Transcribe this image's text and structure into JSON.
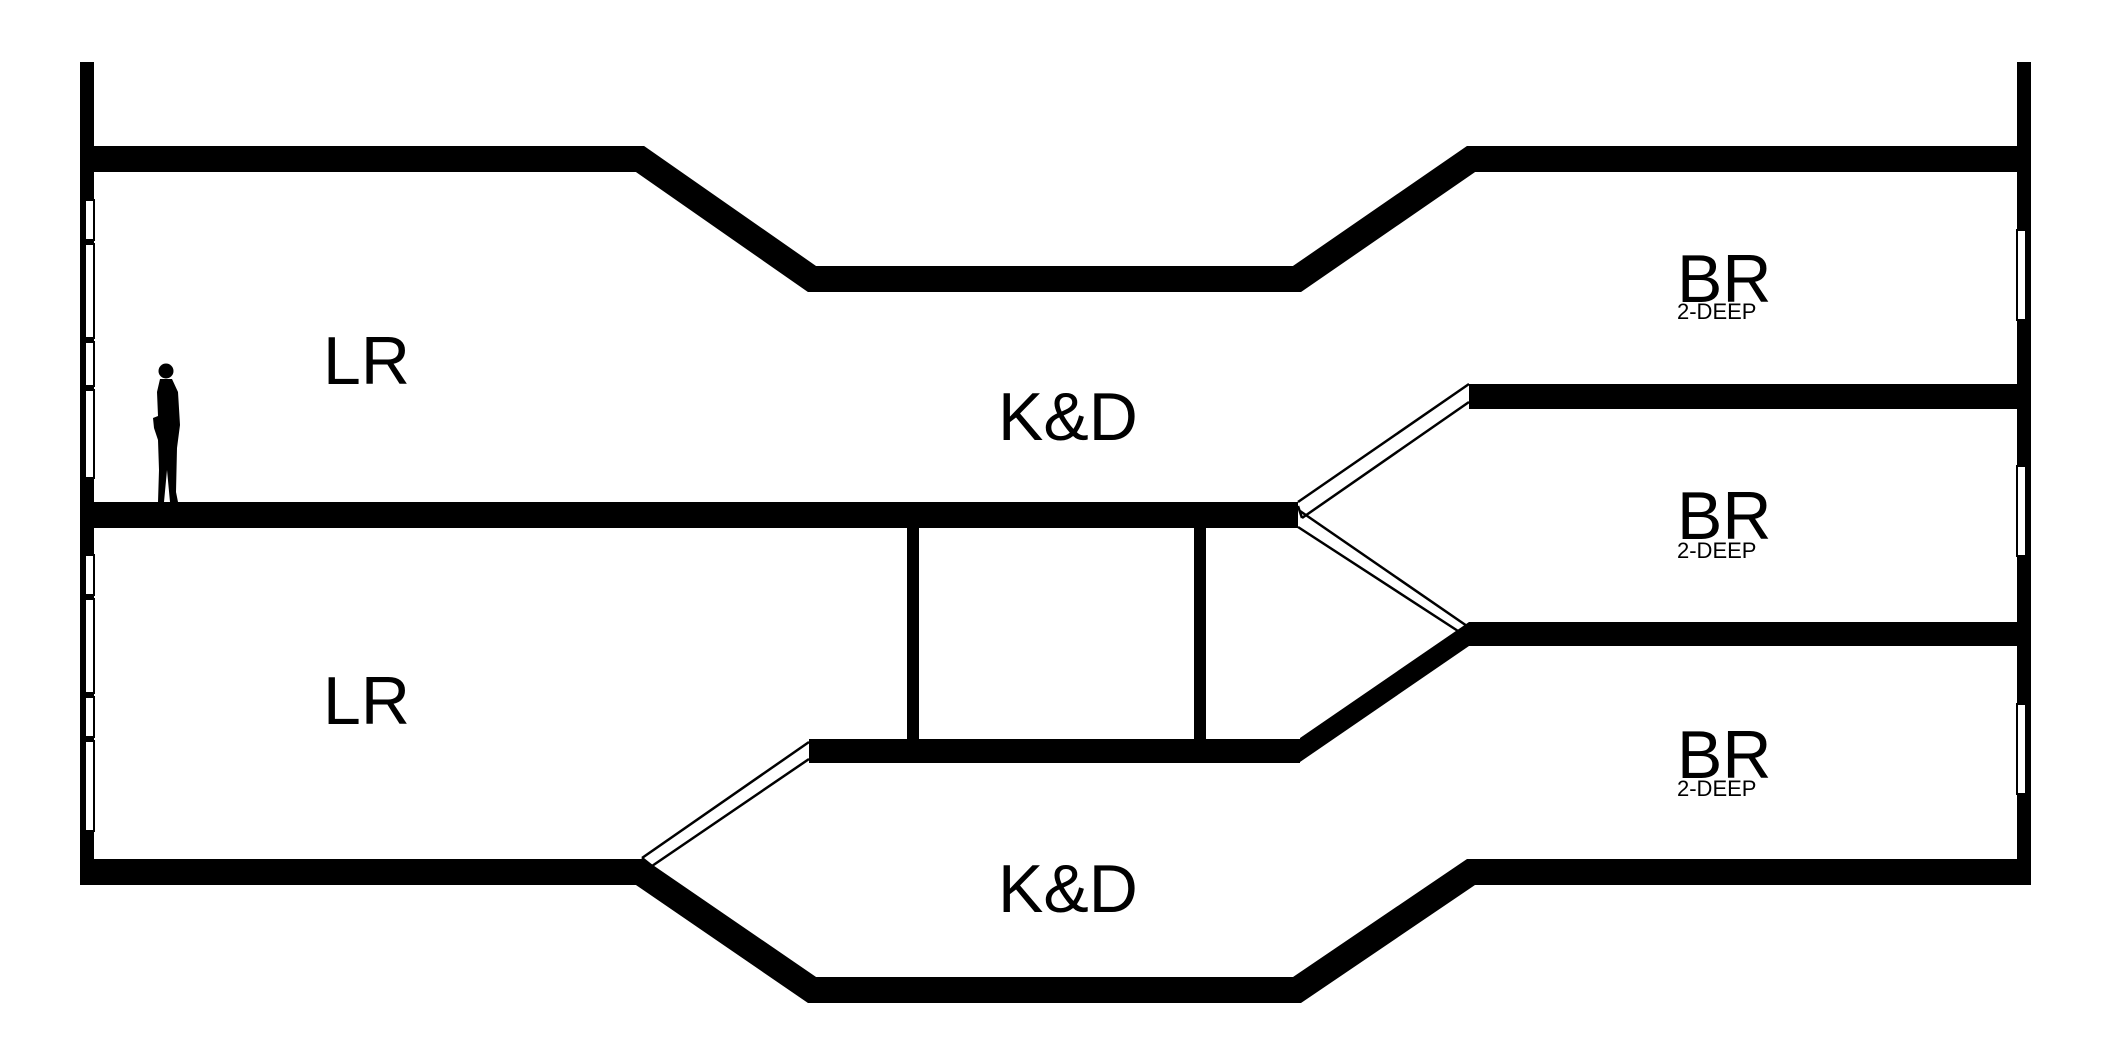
{
  "colors": {
    "wall": "#000000",
    "background": "#ffffff",
    "window": "#ffffff"
  },
  "upper_unit": {
    "living_room_label": "LR",
    "kitchen_dining_label": "K&D",
    "bedroom_label": "BR",
    "bedroom_note": "2-DEEP"
  },
  "middle_unit": {
    "bedroom_label": "BR",
    "bedroom_note": "2-DEEP"
  },
  "lower_unit": {
    "living_room_label": "LR",
    "kitchen_dining_label": "K&D",
    "bedroom_label": "BR",
    "bedroom_note": "2-DEEP"
  },
  "icons": {
    "scale_figure": "person-silhouette-icon"
  }
}
